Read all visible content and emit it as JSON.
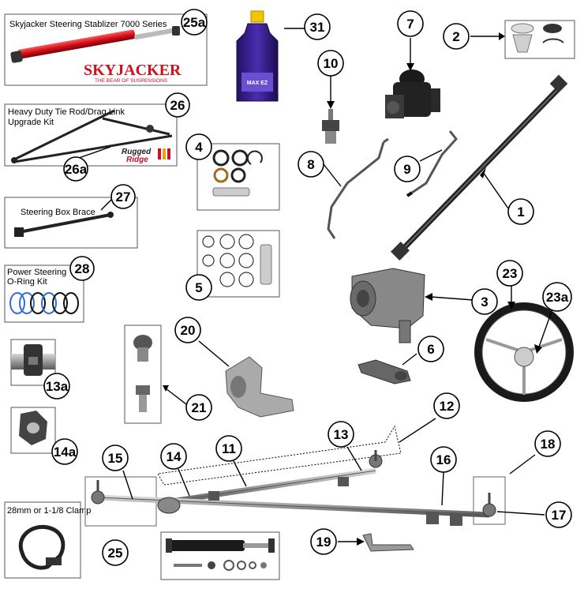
{
  "labels": {
    "skyjacker_title": "Skyjacker Steering Stablizer 7000 Series",
    "skyjacker_brand": "SKYJACKER",
    "skyjacker_tagline": "THE BEAR OF SUSPENSIONS",
    "tierod_title_1": "Heavy Duty Tie Rod/Drag Link",
    "tierod_title_2": "Upgrade Kit",
    "rugged_ridge_1": "Rugged",
    "rugged_ridge_2": "Ridge",
    "steering_box_brace": "Steering Box Brace",
    "power_steering_1": "Power Steering",
    "power_steering_2": "O-Ring Kit",
    "clamp": "28mm or 1-1/8 Clamp",
    "bottle_label": "MAX EZ"
  },
  "callouts": {
    "c1": "1",
    "c2": "2",
    "c3": "3",
    "c4": "4",
    "c5": "5",
    "c6": "6",
    "c7": "7",
    "c8": "8",
    "c9": "9",
    "c10": "10",
    "c11": "11",
    "c12": "12",
    "c13": "13",
    "c13a": "13a",
    "c14": "14",
    "c14a": "14a",
    "c15": "15",
    "c16": "16",
    "c17": "17",
    "c18": "18",
    "c19": "19",
    "c20": "20",
    "c21": "21",
    "c23": "23",
    "c23a": "23a",
    "c25": "25",
    "c25a": "25a",
    "c26": "26",
    "c26a": "26a",
    "c27": "27",
    "c28": "28",
    "c31": "31"
  },
  "colors": {
    "skyjacker_red": "#d0101a",
    "bottle_purple": "#3a1f8f",
    "bottle_cap": "#f2c400",
    "part_gray": "#8a8a8a",
    "part_dark": "#2a2a2a",
    "oring_blue": "#2f6fd6",
    "rugged_red": "#c8102e"
  }
}
